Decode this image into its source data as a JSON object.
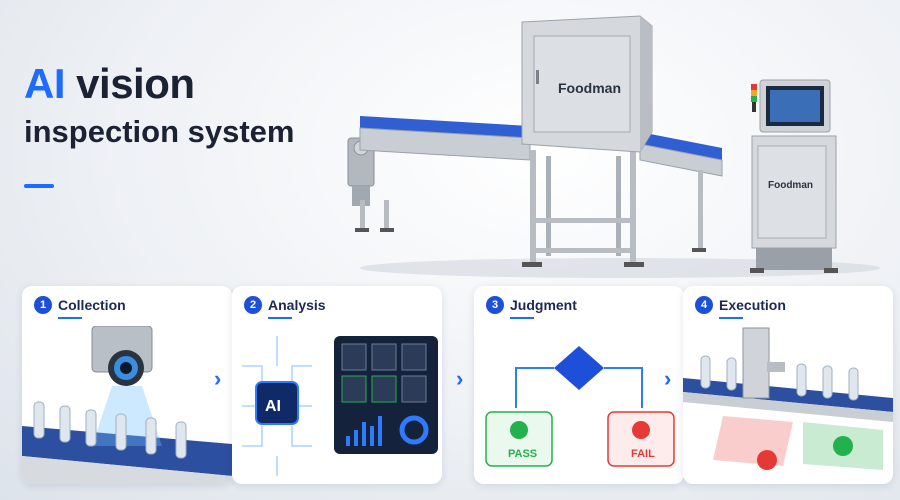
{
  "title": {
    "ai": "AI",
    "line1_rest": " vision",
    "line2": "inspection system"
  },
  "brand": {
    "main_cabinet": "Foodman",
    "control_cabinet": "Foodman"
  },
  "steps": [
    {
      "number": "1",
      "label": "Collection"
    },
    {
      "number": "2",
      "label": "Analysis"
    },
    {
      "number": "3",
      "label": "Judgment"
    },
    {
      "number": "4",
      "label": "Execution"
    }
  ],
  "analysis": {
    "chip_label": "AI"
  },
  "judgment": {
    "pass_label": "PASS",
    "fail_label": "FAIL"
  },
  "colors": {
    "accent": "#1e6bff",
    "pass": "#23b14d",
    "fail": "#e53935",
    "conveyor": "#2d4fa0"
  }
}
